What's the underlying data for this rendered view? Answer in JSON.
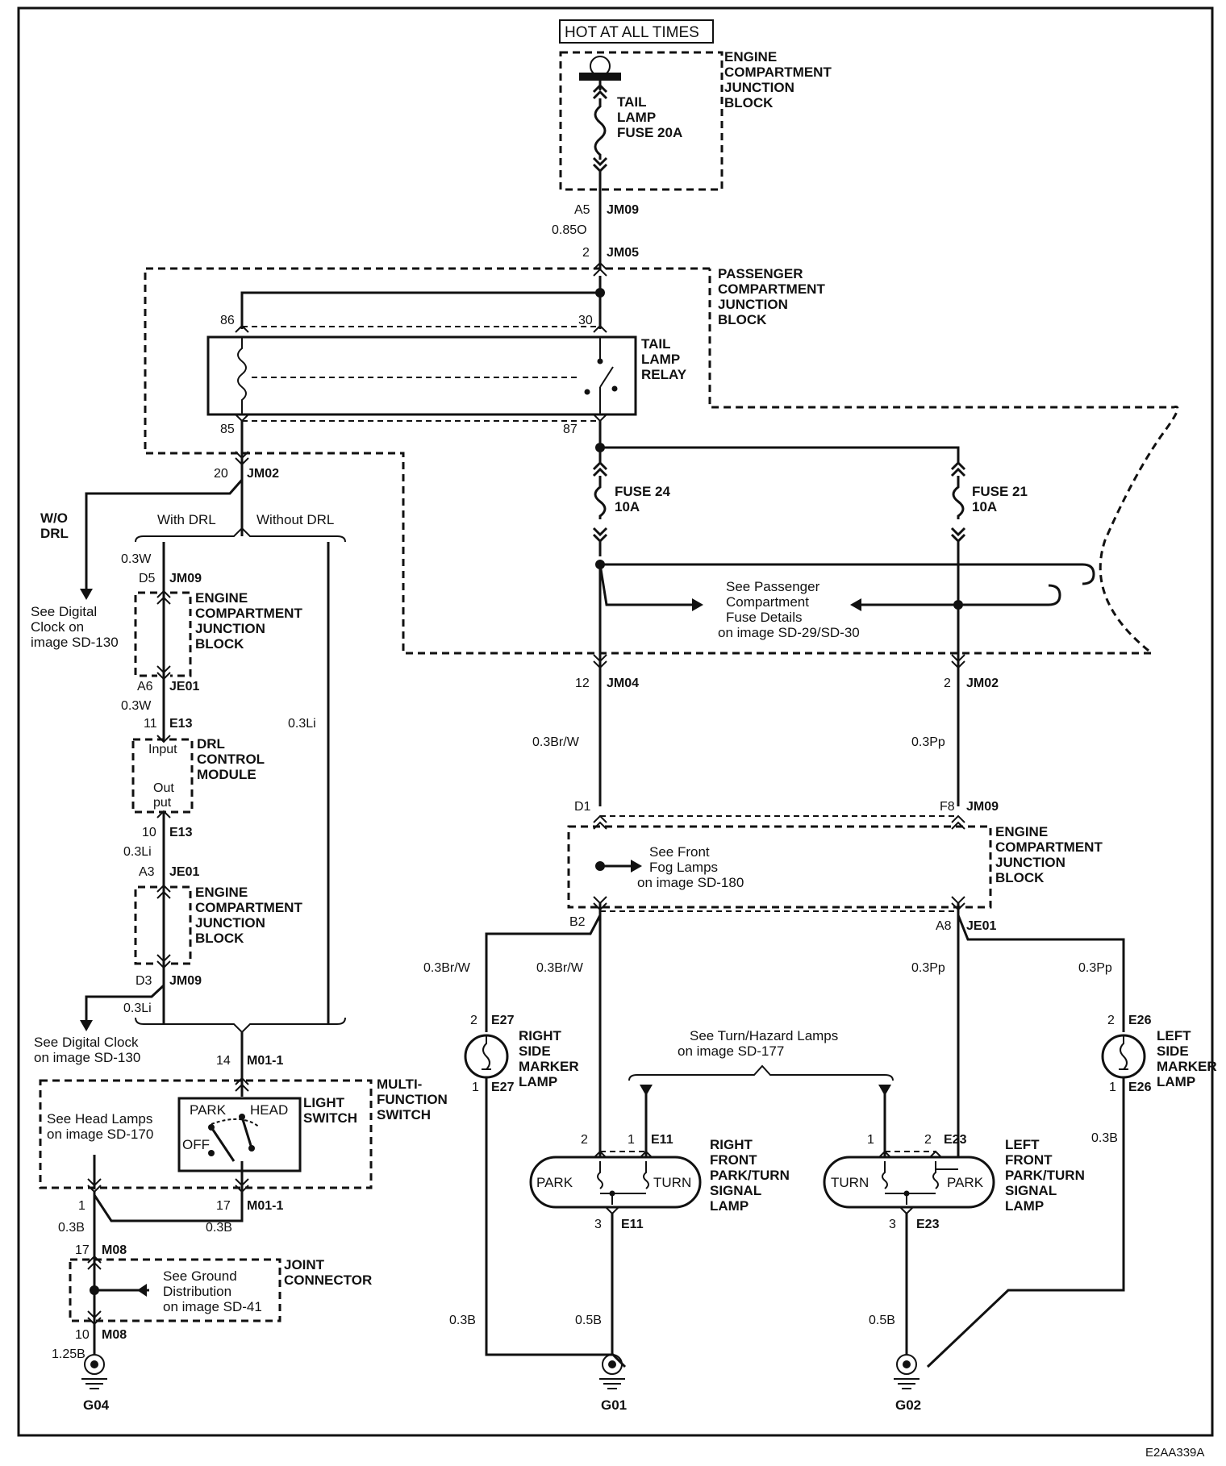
{
  "hot": "HOT AT ALL TIMES",
  "ecjb_label": "ENGINE\nCOMPARTMENT\nJUNCTION\nBLOCK",
  "tail_fuse": "TAIL\nLAMP\nFUSE 20A",
  "a5": "A5",
  "jm09_top": "JM09",
  "w085o": "0.85O",
  "p2": "2",
  "jm05": "JM05",
  "pcjb_label": "PASSENGER\nCOMPARTMENT\nJUNCTION\nBLOCK",
  "r86": "86",
  "r30": "30",
  "r85": "85",
  "r87": "87",
  "relay_label": "TAIL\nLAMP\nRELAY",
  "p20": "20",
  "jm02_left": "JM02",
  "wo_drl": "W/O\nDRL",
  "with_drl": "With DRL",
  "without_drl": "Without DRL",
  "w03w_a": "0.3W",
  "d5": "D5",
  "jm09_d5": "JM09",
  "ecjb1": "ENGINE\nCOMPARTMENT\nJUNCTION\nBLOCK",
  "see_clock1": "See Digital\nClock on\nimage SD-130",
  "a6": "A6",
  "je01_a6": "JE01",
  "w03w_b": "0.3W",
  "p11": "11",
  "e13_a": "E13",
  "drl_input": "Input",
  "drl_output": "Out\nput",
  "drl_label": "DRL\nCONTROL\nMODULE",
  "p10": "10",
  "e13_b": "E13",
  "w03li_a": "0.3Li",
  "w03li_side": "0.3Li",
  "a3": "A3",
  "je01_a3": "JE01",
  "ecjb2": "ENGINE\nCOMPARTMENT\nJUNCTION\nBLOCK",
  "d3": "D3",
  "jm09_d3": "JM09",
  "w03li_b": "0.3Li",
  "see_clock2": "See Digital Clock\non image  SD-130",
  "p14": "14",
  "m011_a": "M01-1",
  "mfs_label": "MULTI-\nFUNCTION\nSWITCH",
  "light_switch": "LIGHT\nSWITCH",
  "park": "PARK",
  "head": "HEAD",
  "off": "OFF",
  "see_head": "See Head Lamps\non image SD-170",
  "p1_m08": "1",
  "p17_m011": "17",
  "m011_b": "M01-1",
  "w03b_l": "0.3B",
  "w03b_r": "0.3B",
  "p17_m08": "17",
  "m08_a": "M08",
  "see_ground": "See Ground\nDistribution\non image SD-41",
  "joint": "JOINT\nCONNECTOR",
  "p10_m08": "10",
  "m08_b": "M08",
  "w125b": "1.25B",
  "g04": "G04",
  "fuse24": "FUSE 24\n10A",
  "fuse21": "FUSE 21\n10A",
  "see_pcfd": "See Passenger\nCompartment\nFuse Details\non image SD-29/SD-30",
  "p12": "12",
  "jm04": "JM04",
  "p2b": "2",
  "jm02_right": "JM02",
  "w03brw_a": "0.3Br/W",
  "w03pp_a": "0.3Pp",
  "d1": "D1",
  "f8": "F8",
  "jm09_f8": "JM09",
  "ecjb3": "ENGINE\nCOMPARTMENT\nJUNCTION\nBLOCK",
  "see_fog": "See Front\nFog Lamps\non image SD-180",
  "b2": "B2",
  "a8": "A8",
  "je01_a8": "JE01",
  "w03brw_b": "0.3Br/W",
  "w03brw_c": "0.3Br/W",
  "w03pp_b": "0.3Pp",
  "w03pp_c": "0.3Pp",
  "p2_e27": "2",
  "e27_a": "E27",
  "rsm_label": "RIGHT\nSIDE\nMARKER\nLAMP",
  "p1_e27": "1",
  "e27_b": "E27",
  "p2_e26": "2",
  "e26_a": "E26",
  "lsm_label": "LEFT\nSIDE\nMARKER\nLAMP",
  "p1_e26": "1",
  "e26_b": "E26",
  "w03b_e26": "0.3B",
  "see_turn": "See Turn/Hazard Lamps\non image SD-177",
  "p2_e11": "2",
  "p1_e11": "1",
  "e11_a": "E11",
  "rf_label": "RIGHT\nFRONT\nPARK/TURN\nSIGNAL\nLAMP",
  "park_r": "PARK",
  "turn_r": "TURN",
  "p3_e11": "3",
  "e11_b": "E11",
  "p1_e23": "1",
  "p2_e23": "2",
  "e23_a": "E23",
  "lf_label": "LEFT\nFRONT\nPARK/TURN\nSIGNAL\nLAMP",
  "turn_l": "TURN",
  "park_l": "PARK",
  "p3_e23": "3",
  "e23_b": "E23",
  "w03b_g01": "0.3B",
  "w05b_a": "0.5B",
  "w05b_b": "0.5B",
  "g01": "G01",
  "g02": "G02",
  "code": "E2AA339A"
}
